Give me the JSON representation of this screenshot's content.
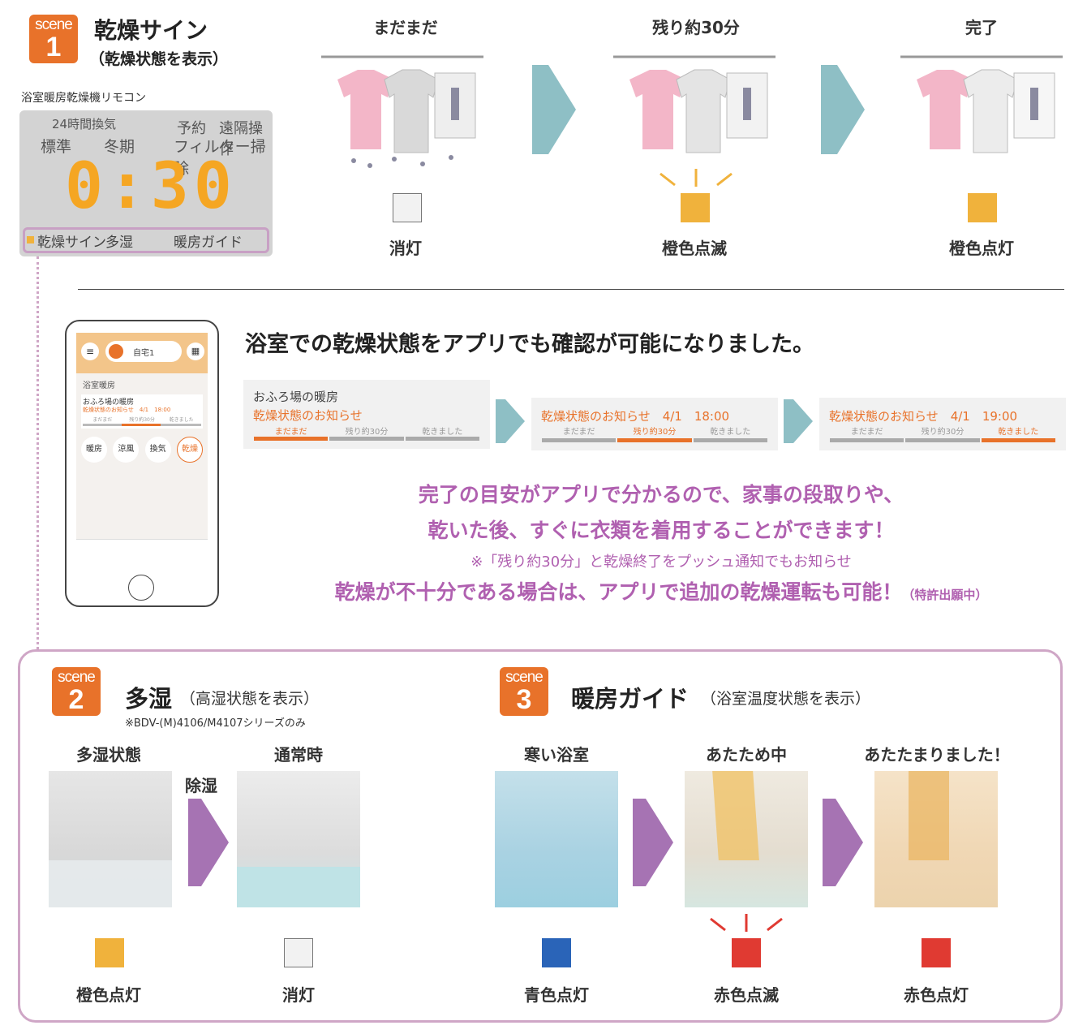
{
  "scene1": {
    "badge_word": "scene",
    "badge_num": "1",
    "title": "乾燥サイン",
    "subtitle": "（乾燥状態を表示）",
    "remote_caption": "浴室暖房乾燥機リモコン",
    "remote": {
      "bracket_label": "24時間換気",
      "left_label_1": "標準",
      "left_label_2": "冬期",
      "right_label_1": "予約",
      "right_label_2": "遠隔操作",
      "right_label_3": "フィルター掃除",
      "time": "0:30",
      "bottom_1": "乾燥サイン",
      "bottom_2": "多湿",
      "bottom_3": "暖房ガイド"
    },
    "steps": [
      {
        "label": "まだまだ",
        "indicator_text": "消灯",
        "color": "#f2f2f2"
      },
      {
        "label": "残り約30分",
        "indicator_text": "橙色点滅",
        "color": "#f0b23c"
      },
      {
        "label": "完了",
        "indicator_text": "橙色点灯",
        "color": "#f0b23c"
      }
    ]
  },
  "app": {
    "phone": {
      "home_label": "自宅1",
      "section": "浴室暖房",
      "room": "おふろ場の暖房",
      "notice": "乾燥状態のお知らせ　4/1　18:00",
      "stages": [
        "まだまだ",
        "残り約30分",
        "乾きました"
      ],
      "buttons": [
        "暖房",
        "涼風",
        "換気",
        "乾燥"
      ]
    },
    "headline": "浴室での乾燥状態をアプリでも確認が可能になりました。",
    "strip1_title": "おふろ場の暖房",
    "strip1_notice": "乾燥状態のお知らせ",
    "strip2_notice": "乾燥状態のお知らせ　4/1　18:00",
    "strip3_notice": "乾燥状態のお知らせ　4/1　19:00",
    "stages": [
      "まだまだ",
      "残り約30分",
      "乾きました"
    ],
    "message_line1": "完了の目安がアプリで分かるので、家事の段取りや、",
    "message_line2": "乾いた後、すぐに衣類を着用することができます！",
    "note": "※「残り約30分」と乾燥終了をプッシュ通知でもお知らせ",
    "extra_line": "乾燥が不十分である場合は、アプリで追加の乾燥運転も可能！",
    "extra_suffix": "（特許出願中）"
  },
  "scene2": {
    "badge_word": "scene",
    "badge_num": "2",
    "title": "多湿",
    "subtitle": "（高湿状態を表示）",
    "note": "※BDV-(M)4106/M4107シリーズのみ",
    "arrow_label": "除湿",
    "steps": [
      {
        "label": "多湿状態",
        "indicator_text": "橙色点灯",
        "color": "#f0b23c"
      },
      {
        "label": "通常時",
        "indicator_text": "消灯",
        "color": "#f2f2f2"
      }
    ]
  },
  "scene3": {
    "badge_word": "scene",
    "badge_num": "3",
    "title": "暖房ガイド",
    "subtitle": "（浴室温度状態を表示）",
    "steps": [
      {
        "label": "寒い浴室",
        "indicator_text": "青色点灯",
        "color": "#2a64b8"
      },
      {
        "label": "あたため中",
        "indicator_text": "赤色点滅",
        "color": "#e03a32"
      },
      {
        "label": "あたたまりました！",
        "indicator_text": "赤色点灯",
        "color": "#e03a32"
      }
    ]
  },
  "colors": {
    "orange": "#e8722a",
    "purple": "#b060b0",
    "teal_arrow": "#8ebfc5",
    "purple_arrow": "#a673b3",
    "frame": "#cfa6c6"
  }
}
